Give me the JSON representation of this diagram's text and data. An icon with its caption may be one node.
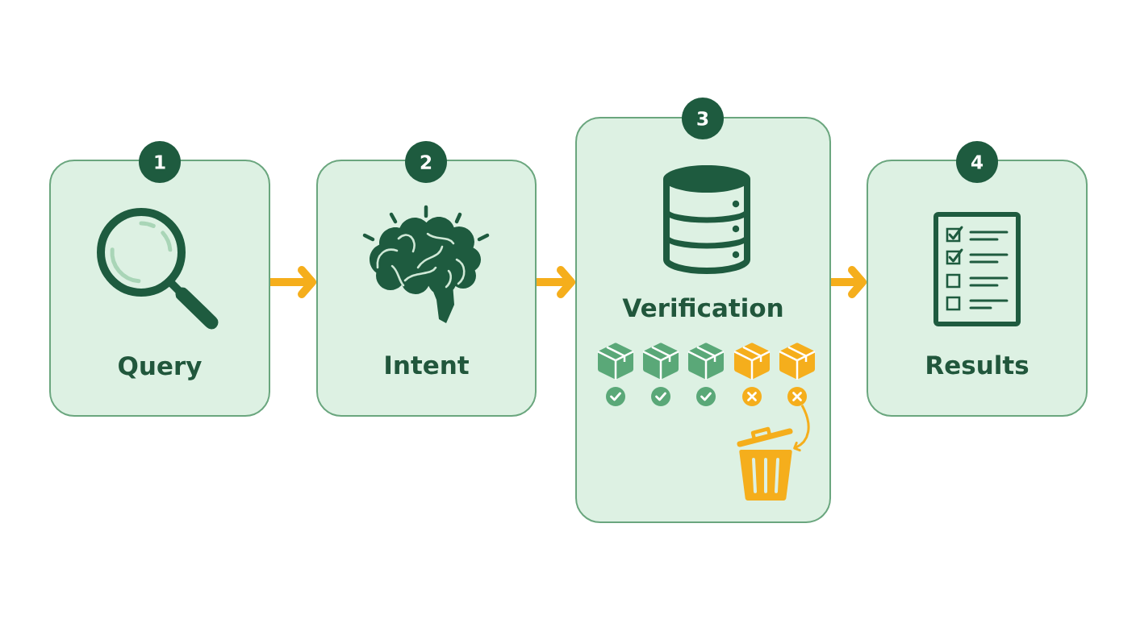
{
  "diagram": {
    "nodes": [
      {
        "text": [
          "1"
        ]
      },
      {
        "text": [
          "Query"
        ]
      },
      {
        "text": [
          "2"
        ]
      },
      {
        "text": [
          "Intent"
        ]
      },
      {
        "text": [
          "3"
        ]
      },
      {
        "text": [
          "Verification"
        ]
      },
      {
        "text": [],
        "shape": "circle",
        "in": 5
      },
      {
        "text": [],
        "shape": "picture",
        "in": 5
      },
      {
        "text": [
          "4"
        ]
      },
      {
        "text": [
          "Results"
        ]
      }
    ],
    "edges": [
      {
        "from": 1,
        "to": 3,
        "arrow": "to"
      },
      {
        "from": 3,
        "to": 5,
        "arrow": "to"
      },
      {
        "from": 5,
        "to": 9,
        "arrow": "to"
      },
      {
        "from": 6,
        "to": 7,
        "arrow": "to"
      }
    ]
  }
}
